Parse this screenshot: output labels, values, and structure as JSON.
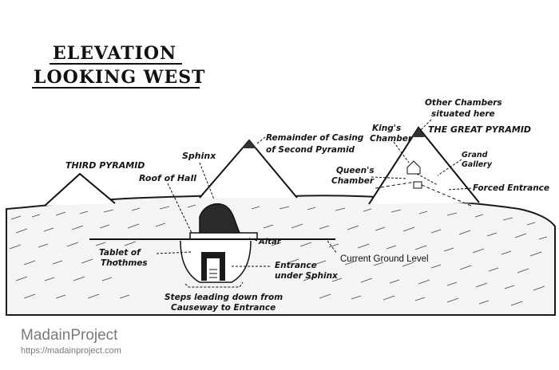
{
  "title": {
    "line1": "ELEVATION",
    "line2": "LOOKING WEST"
  },
  "labels": {
    "third_pyramid": "THIRD PYRAMID",
    "sphinx": "Sphinx",
    "roof_of_hall": "Roof of Hall",
    "casing_line1": "Remainder of Casing",
    "casing_line2": "of Second Pyramid",
    "other_chambers_line1": "Other Chambers",
    "other_chambers_line2": "situated here",
    "kings_line1": "King's",
    "kings_line2": "Chamber",
    "great_pyramid": "THE GREAT PYRAMID",
    "grand_line1": "Grand",
    "grand_line2": "Gallery",
    "queens_line1": "Queen's",
    "queens_line2": "Chamber",
    "forced_entrance": "Forced Entrance",
    "altar": "Altar",
    "tablet_line1": "Tablet of",
    "tablet_line2": "Thothmes",
    "current_ground": "Current Ground Level",
    "entrance_line1": "Entrance",
    "entrance_line2": "under Sphinx",
    "steps_line1": "Steps leading down from",
    "steps_line2": "Causeway to Entrance"
  },
  "watermark": {
    "brand": "MadainProject",
    "url": "https://madainproject.com"
  }
}
